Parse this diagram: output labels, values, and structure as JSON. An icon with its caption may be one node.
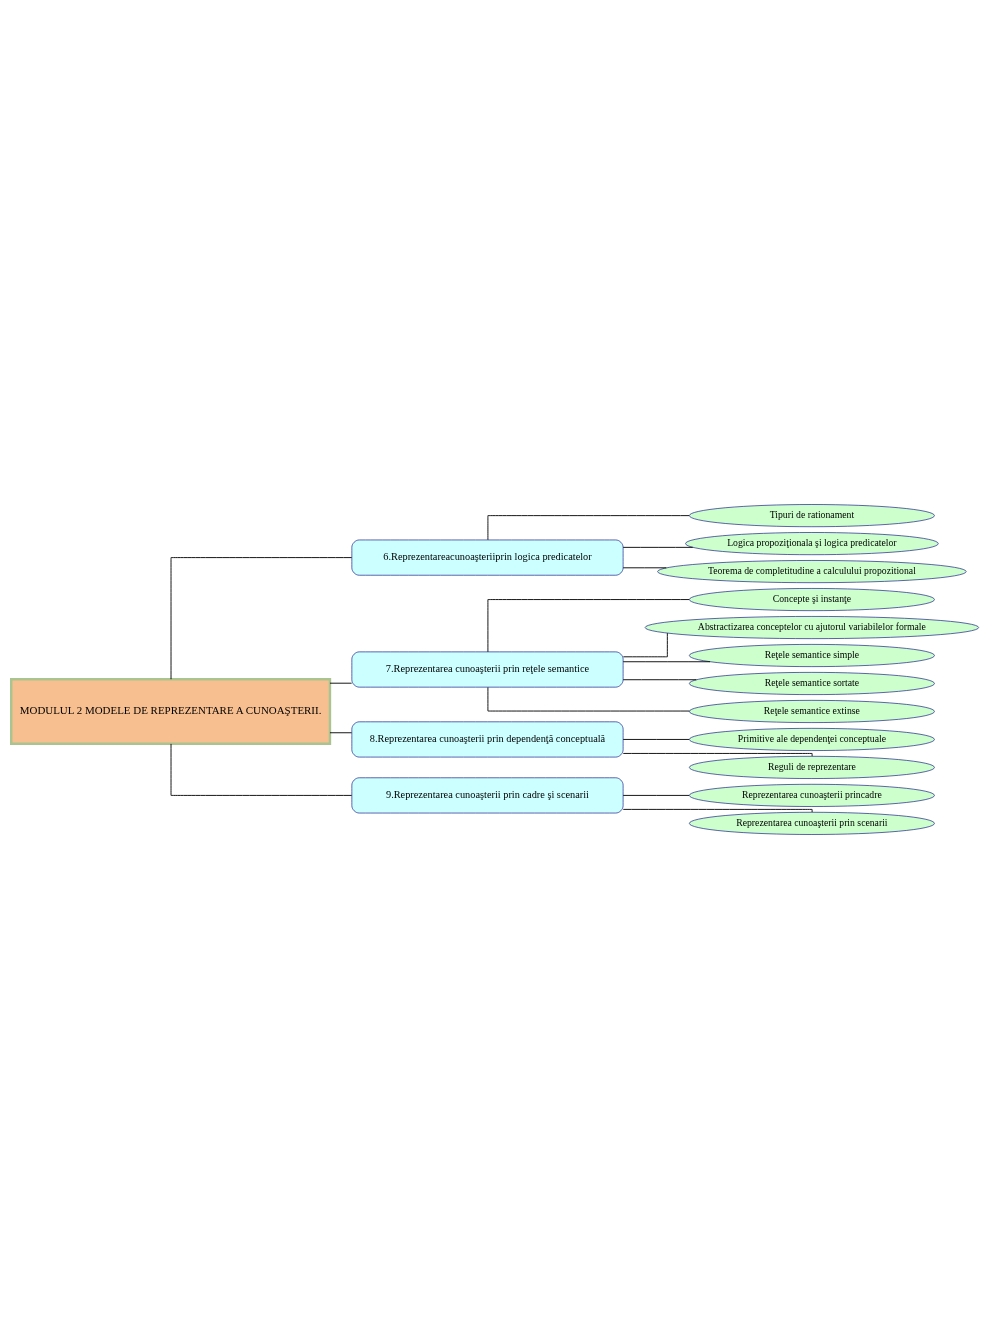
{
  "diagram": {
    "nodes": [
      {
        "text": [
          "MODULUL 2 MODELE DE REPREZENTARE A CUNOAŞTERII."
        ]
      },
      {
        "text": [
          "6.Reprezentareacunoaşteriiprin logica predicatelor"
        ]
      },
      {
        "text": [
          "Tipuri de rationament"
        ]
      },
      {
        "text": [
          "Logica propoziţionala şi logica predicatelor"
        ]
      },
      {
        "text": [
          "Teorema de completitudine a calculului propozitional"
        ]
      },
      {
        "text": [
          "7.Reprezentarea cunoaşterii prin reţele semantice"
        ]
      },
      {
        "text": [
          "Concepte şi instanţe"
        ]
      },
      {
        "text": [
          "Abstractizarea conceptelor cu ajutorul variabilelor formale"
        ]
      },
      {
        "text": [
          "Reţele semantice simple"
        ]
      },
      {
        "text": [
          "Reţele semantice sortate"
        ]
      },
      {
        "text": [
          "Reţele semantice extinse"
        ]
      },
      {
        "text": [
          "8.Reprezentarea cunoaşterii prin dependenţă conceptuală"
        ]
      },
      {
        "text": [
          "Primitive ale dependenţei conceptuale"
        ]
      },
      {
        "text": [
          "Reguli de reprezentare"
        ]
      },
      {
        "text": [
          "9.Reprezentarea cunoaşterii prin cadre şi scenarii"
        ]
      },
      {
        "text": [
          "Reprezentarea cunoaşterii princadre"
        ]
      },
      {
        "text": [
          "Reprezentarea cunoaşterii prin scenarii"
        ]
      }
    ],
    "edges": [
      {
        "from": 0,
        "to": 1,
        "arrow": "none"
      },
      {
        "from": 0,
        "to": 5,
        "arrow": "none"
      },
      {
        "from": 0,
        "to": 11,
        "arrow": "none"
      },
      {
        "from": 0,
        "to": 14,
        "arrow": "none"
      },
      {
        "from": 1,
        "to": 2,
        "arrow": "none"
      },
      {
        "from": 1,
        "to": 3,
        "arrow": "none"
      },
      {
        "from": 1,
        "to": 4,
        "arrow": "none"
      },
      {
        "from": 5,
        "to": 6,
        "arrow": "none"
      },
      {
        "from": 5,
        "to": 7,
        "arrow": "none"
      },
      {
        "from": 5,
        "to": 8,
        "arrow": "none"
      },
      {
        "from": 5,
        "to": 9,
        "arrow": "none"
      },
      {
        "from": 5,
        "to": 10,
        "arrow": "none"
      },
      {
        "from": 11,
        "to": 12,
        "arrow": "none"
      },
      {
        "from": 11,
        "to": 13,
        "arrow": "none"
      },
      {
        "from": 14,
        "to": 15,
        "arrow": "none"
      },
      {
        "from": 14,
        "to": 16,
        "arrow": "none"
      }
    ]
  }
}
